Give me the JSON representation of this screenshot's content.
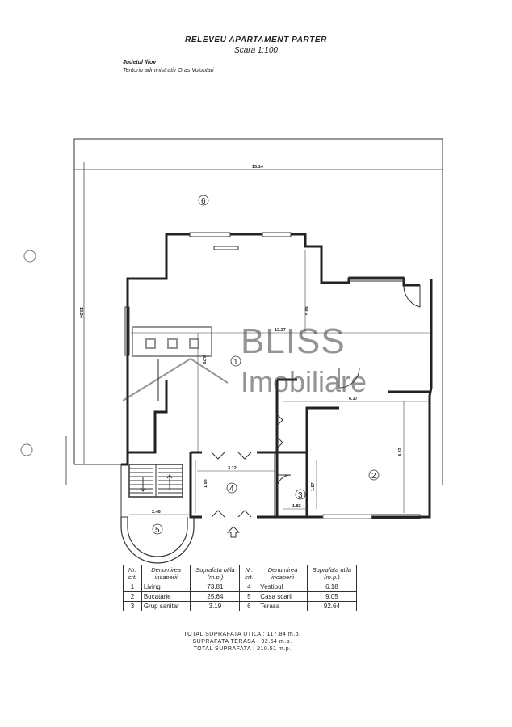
{
  "header": {
    "title": "RELEVEU APARTAMENT PARTER",
    "scale": "Scara 1:100",
    "county": "Judetul Ilfov",
    "territory": "Teritoriu administrativ Oras Voluntari"
  },
  "plan": {
    "dimensions": {
      "width_total": "15.14",
      "height_total": "13.54",
      "interior_width": "12.27",
      "living_height": "5.69",
      "left_height": "8.76",
      "kitchen_width": "6.17",
      "kitchen_height": "4.82",
      "vestibule_width": "3.12",
      "vestibule_height": "1.98",
      "bath_height": "1.97",
      "bath_width": "1.82",
      "stair_width": "2.48"
    },
    "room_labels": [
      "1",
      "2",
      "3",
      "4",
      "5",
      "6"
    ]
  },
  "watermark": {
    "line1": "BLISS",
    "line2": "Imobiliare"
  },
  "table": {
    "headers": [
      "Nr. crt.",
      "Denumirea incaperii",
      "Suprafata utila (m.p.)",
      "Nr. crt.",
      "Denumirea incaperii",
      "Suprafata utila (m.p.)"
    ],
    "rows": [
      [
        "1",
        "Living",
        "73.81",
        "4",
        "Vestibul",
        "6.18"
      ],
      [
        "2",
        "Bucatarie",
        "25.64",
        "5",
        "Casa scarii",
        "9.05"
      ],
      [
        "3",
        "Grup sanitar",
        "3.19",
        "6",
        "Terasa",
        "92.64"
      ]
    ]
  },
  "totals": {
    "useful": "TOTAL SUPRAFATA UTILA : 117.84 m.p.",
    "terrace": "SUPRAFATA TERASA : 92.64 m.p.",
    "total": "TOTAL SUPRAFATA : 210.51 m.p."
  }
}
